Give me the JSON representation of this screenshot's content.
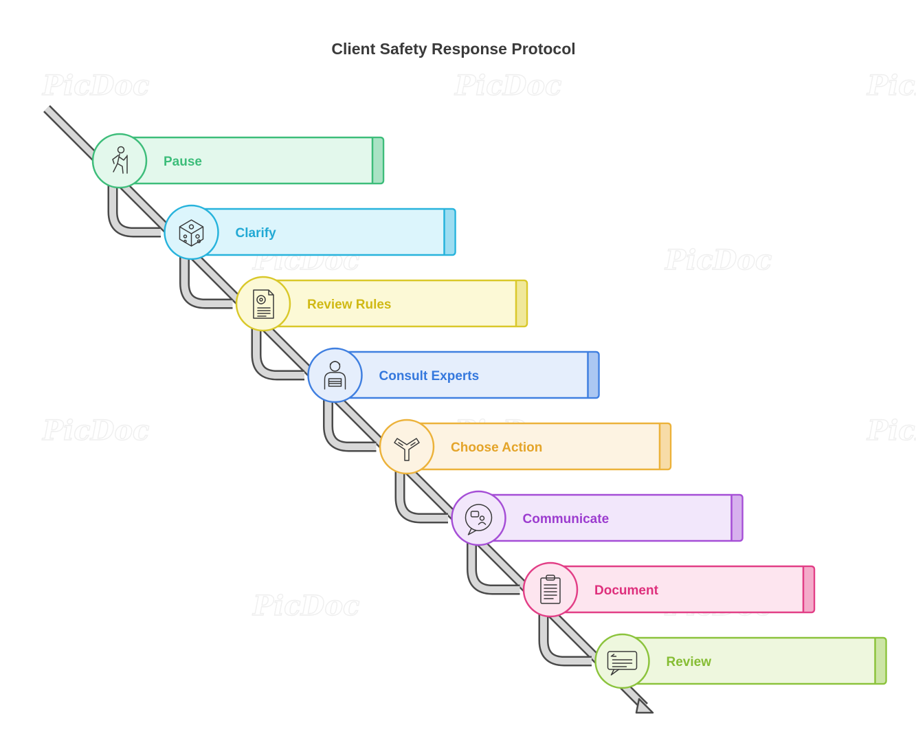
{
  "title": "Client Safety Response Protocol",
  "watermark": "PicDoc",
  "steps": [
    {
      "label": "Pause",
      "icon": "hiker-icon",
      "color": "#3dbd7a",
      "fill": "#e3f8ec",
      "text_color": "#3dbd7a"
    },
    {
      "label": "Clarify",
      "icon": "dice-icon",
      "color": "#27b3dc",
      "fill": "#dcf5fc",
      "text_color": "#22a9d4"
    },
    {
      "label": "Review Rules",
      "icon": "document-gear-icon",
      "color": "#d9c82a",
      "fill": "#fcf9d6",
      "text_color": "#d0b915"
    },
    {
      "label": "Consult Experts",
      "icon": "expert-person-icon",
      "color": "#3f7fe0",
      "fill": "#e5eefc",
      "text_color": "#3578dd"
    },
    {
      "label": "Choose Action",
      "icon": "crossroads-icon",
      "color": "#ecb23a",
      "fill": "#fdf3e2",
      "text_color": "#e4a429"
    },
    {
      "label": "Communicate",
      "icon": "chat-bubble-icon",
      "color": "#a54ed6",
      "fill": "#f2e7fb",
      "text_color": "#9c3ccf"
    },
    {
      "label": "Document",
      "icon": "clipboard-icon",
      "color": "#e23e86",
      "fill": "#fde5ef",
      "text_color": "#de2f7c"
    },
    {
      "label": "Review",
      "icon": "message-icon",
      "color": "#8bc33c",
      "fill": "#eef7de",
      "text_color": "#86bd34"
    }
  ]
}
